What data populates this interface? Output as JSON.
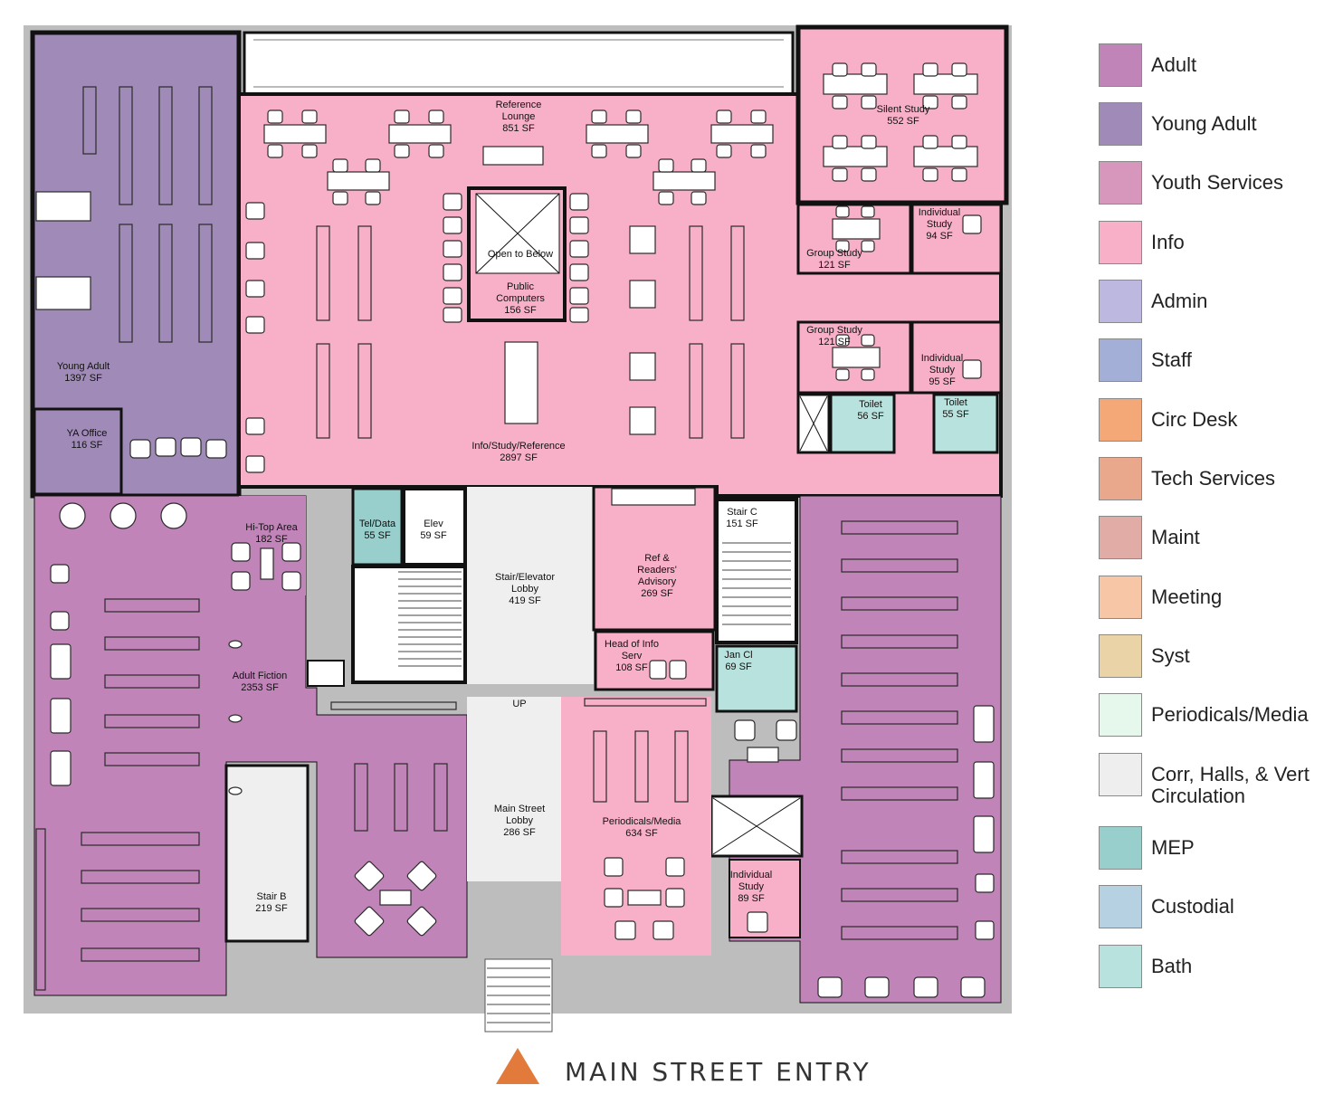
{
  "colors": {
    "adult": "#c084b8",
    "young_adult": "#a08ab7",
    "youth": "#d797bd",
    "info": "#f8b0c9",
    "corr": "#efefef",
    "mep": "#98cfcc",
    "bath": "#b8e2dd",
    "wall": "#111111",
    "furniture": "#2a2a2a",
    "exterior": "#bdbdbd"
  },
  "rooms": [
    {
      "id": "reference-lounge",
      "lines": [
        "Reference",
        "Lounge",
        "851 SF"
      ]
    },
    {
      "id": "silent-study",
      "lines": [
        "Silent Study",
        "552 SF"
      ]
    },
    {
      "id": "individual-study-94",
      "lines": [
        "Individual",
        "Study",
        "94 SF"
      ]
    },
    {
      "id": "group-study-1",
      "lines": [
        "Group Study",
        "121 SF"
      ]
    },
    {
      "id": "group-study-2",
      "lines": [
        "Group Study",
        "121 SF"
      ]
    },
    {
      "id": "individual-study-95",
      "lines": [
        "Individual",
        "Study",
        "95 SF"
      ]
    },
    {
      "id": "toilet-56",
      "lines": [
        "Toilet",
        "56 SF"
      ]
    },
    {
      "id": "toilet-55",
      "lines": [
        "Toilet",
        "55 SF"
      ]
    },
    {
      "id": "open-to-below",
      "lines": [
        "Open to Below"
      ]
    },
    {
      "id": "public-computers",
      "lines": [
        "Public",
        "Computers",
        "156 SF"
      ]
    },
    {
      "id": "young-adult",
      "lines": [
        "Young Adult",
        "1397 SF"
      ]
    },
    {
      "id": "ya-office",
      "lines": [
        "YA Office",
        "116 SF"
      ]
    },
    {
      "id": "info-study-reference",
      "lines": [
        "Info/Study/Reference",
        "2897 SF"
      ]
    },
    {
      "id": "hi-top-area",
      "lines": [
        "Hi-Top Area",
        "182 SF"
      ]
    },
    {
      "id": "tel-data",
      "lines": [
        "Tel/Data",
        "55 SF"
      ]
    },
    {
      "id": "elev",
      "lines": [
        "Elev",
        "59 SF"
      ]
    },
    {
      "id": "stair-elevator-lobby",
      "lines": [
        "Stair/Elevator",
        "Lobby",
        "419 SF"
      ]
    },
    {
      "id": "ref-readers-advisory",
      "lines": [
        "Ref &",
        "Readers'",
        "Advisory",
        "269 SF"
      ]
    },
    {
      "id": "stair-c",
      "lines": [
        "Stair C",
        "151 SF"
      ]
    },
    {
      "id": "head-of-info-serv",
      "lines": [
        "Head of Info",
        "Serv",
        "108 SF"
      ]
    },
    {
      "id": "jan-cl",
      "lines": [
        "Jan Cl",
        "69 SF"
      ]
    },
    {
      "id": "adult-fiction",
      "lines": [
        "Adult Fiction",
        "2353 SF"
      ]
    },
    {
      "id": "up",
      "lines": [
        "UP"
      ]
    },
    {
      "id": "main-street-lobby",
      "lines": [
        "Main Street",
        "Lobby",
        "286 SF"
      ]
    },
    {
      "id": "periodicals-media",
      "lines": [
        "Periodicals/Media",
        "634 SF"
      ]
    },
    {
      "id": "stair-b",
      "lines": [
        "Stair B",
        "219 SF"
      ]
    },
    {
      "id": "individual-study-89",
      "lines": [
        "Individual",
        "Study",
        "89 SF"
      ]
    }
  ],
  "legend": [
    {
      "label": "Adult",
      "color": "#c084b8"
    },
    {
      "label": "Young Adult",
      "color": "#a08ab7"
    },
    {
      "label": "Youth Services",
      "color": "#d797bd"
    },
    {
      "label": "Info",
      "color": "#f8b0c9"
    },
    {
      "label": "Admin",
      "color": "#bcb8e0"
    },
    {
      "label": "Staff",
      "color": "#a3afd6"
    },
    {
      "label": "Circ Desk",
      "color": "#f4a877"
    },
    {
      "label": "Tech Services",
      "color": "#e9a88c"
    },
    {
      "label": "Maint",
      "color": "#e2aca6"
    },
    {
      "label": "Meeting",
      "color": "#f7c6a6"
    },
    {
      "label": "Syst",
      "color": "#ead3a6"
    },
    {
      "label": "Periodicals/Media",
      "color": "#e6f7ec"
    },
    {
      "label": "Corr, Halls, & Vert Circulation",
      "color": "#eeeeee"
    },
    {
      "label": "MEP",
      "color": "#98cfcc"
    },
    {
      "label": "Custodial",
      "color": "#b6d2e2"
    },
    {
      "label": "Bath",
      "color": "#b8e2dd"
    }
  ],
  "entry_label": "MAIN STREET ENTRY"
}
